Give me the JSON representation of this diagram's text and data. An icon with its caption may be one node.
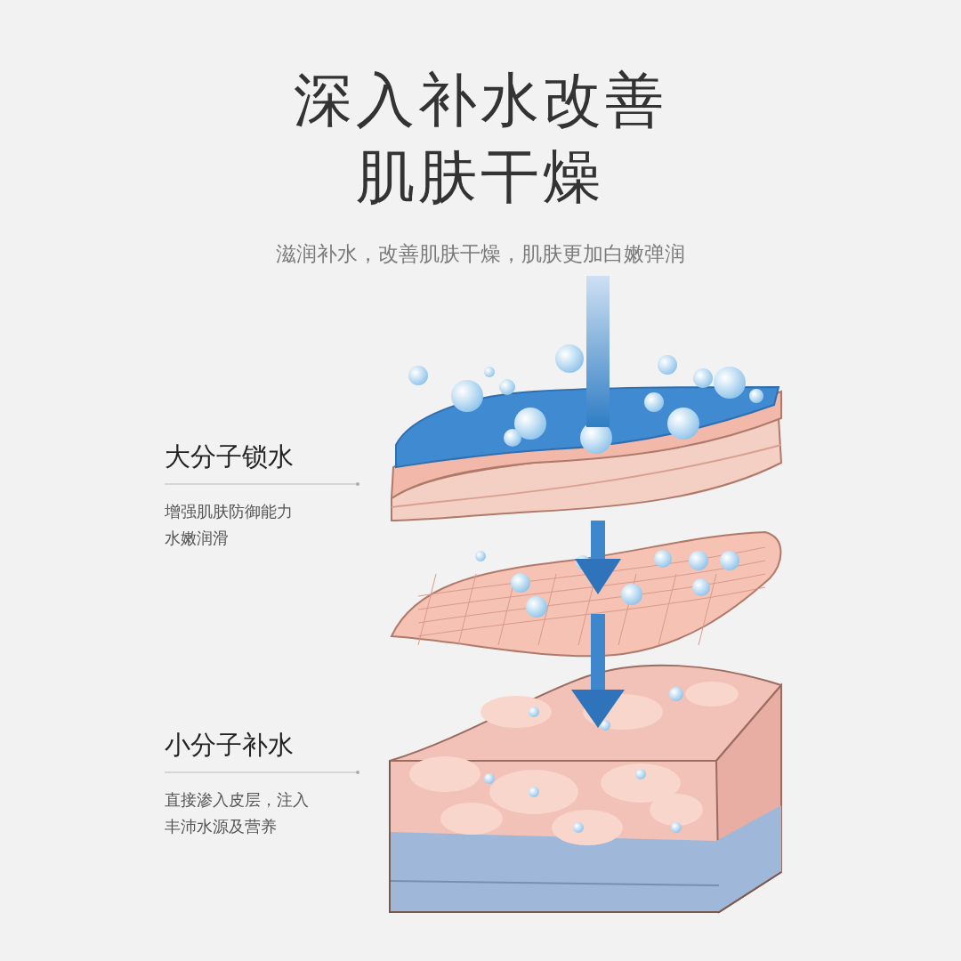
{
  "diagram": {
    "title": "深入补水改善肌肤干燥",
    "caption": "滋润补水，改善肌肤干燥，肌肤更加白嫩弹润",
    "labels": [
      "大分子锁水",
      "增强肌肤防御能力水嫩润滑",
      "小分子补水",
      "直接渗入皮层，注入丰沛水源及营养"
    ]
  }
}
